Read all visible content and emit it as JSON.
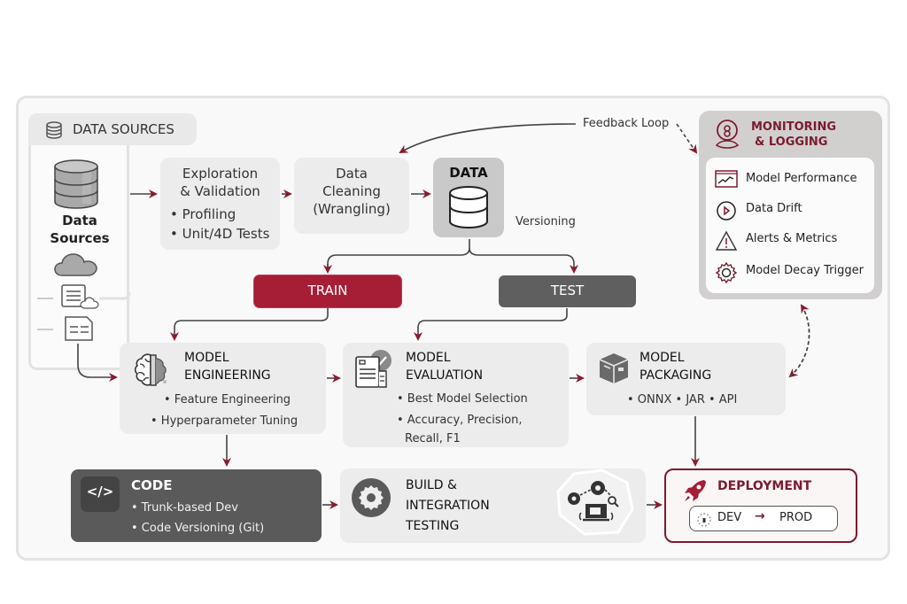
{
  "data_sources": {
    "header": "DATA SOURCES",
    "label": "Data Sources"
  },
  "exploration": {
    "title_line1": "Exploration",
    "title_line2": "& Validation",
    "bullets": [
      "• Profiling",
      "• Unit/4D Tests"
    ]
  },
  "cleaning": {
    "title_line1": "Data",
    "title_line2": "Cleaning",
    "title_line3": "(Wrangling)"
  },
  "data_store": {
    "title": "DATA",
    "annotation": "Versioning"
  },
  "feedback": {
    "label": "Feedback Loop"
  },
  "split": {
    "train": "TRAIN",
    "test": "TEST"
  },
  "monitoring": {
    "title_line1": "MONITORING",
    "title_line2": "& LOGGING",
    "items": [
      {
        "label": "Model Performance",
        "icon": "chart-icon"
      },
      {
        "label": "Data Drift",
        "icon": "play-circle-icon"
      },
      {
        "label": "Alerts & Metrics",
        "icon": "warning-icon"
      },
      {
        "label": "Model Decay Trigger",
        "icon": "gear-icon"
      }
    ]
  },
  "model_engineering": {
    "title_line1": "MODEL",
    "title_line2": "ENGINEERING",
    "bullets": [
      "• Feature Engineering",
      "• Hyperparameter Tuning"
    ]
  },
  "model_evaluation": {
    "title_line1": "MODEL",
    "title_line2": "EVALUATION",
    "bullets": [
      "• Best Model Selection",
      "• Accuracy, Precision,",
      "Recall, F1"
    ]
  },
  "model_packaging": {
    "title_line1": "MODEL",
    "title_line2": "PACKAGING",
    "formats": "• ONNX • JAR • API"
  },
  "code": {
    "title": "CODE",
    "icon_glyph": "</>",
    "bullets": [
      "• Trunk-based Dev",
      "• Code Versioning (Git)"
    ]
  },
  "build": {
    "title_line1": "BUILD &",
    "title_line2": "INTEGRATION",
    "title_line3": "TESTING"
  },
  "deployment": {
    "title": "DEPLOYMENT",
    "from": "DEV",
    "arrow": "→",
    "to": "PROD"
  },
  "colors": {
    "accent": "#a61d36",
    "accent_dark": "#7a1b2e",
    "neutral_dark": "#5a5a5a",
    "box_bg": "#ececec"
  }
}
